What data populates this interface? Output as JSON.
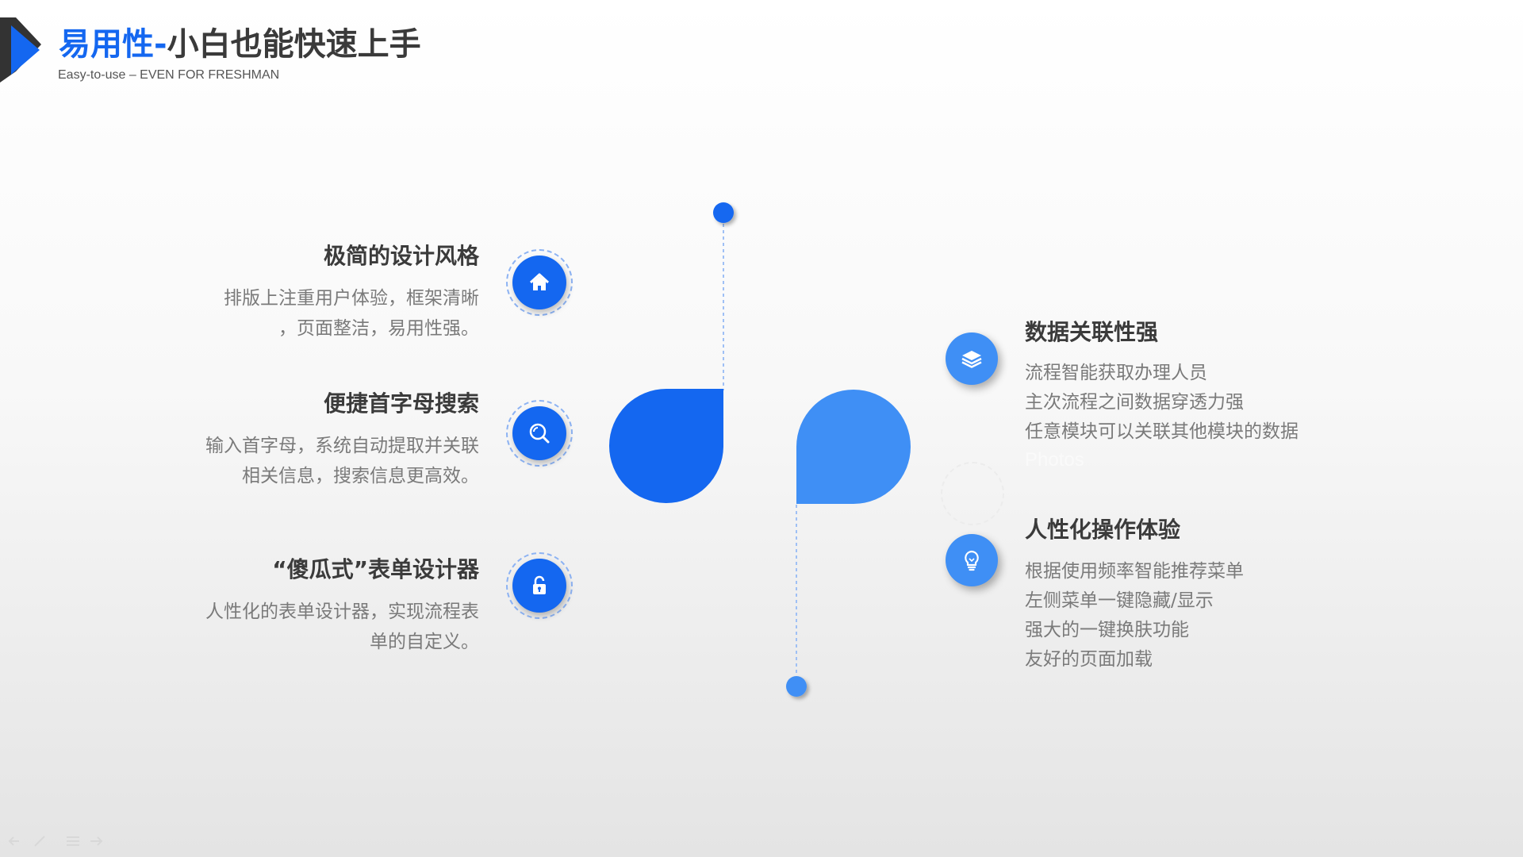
{
  "header": {
    "title_highlight": "易用性",
    "title_separator": "-",
    "title_rest": "小白也能快速上手",
    "subtitle": "Easy-to-use – EVEN FOR FRESHMAN"
  },
  "features_left": [
    {
      "title": "极简的设计风格",
      "desc": [
        "排版上注重用户体验，框架清晰",
        "，页面整洁，易用性强。"
      ],
      "icon": "home-icon"
    },
    {
      "title": "便捷首字母搜索",
      "desc": [
        "输入首字母，系统自动提取并关联",
        "相关信息，搜索信息更高效。"
      ],
      "icon": "search-icon"
    },
    {
      "title": "“傻瓜式”表单设计器",
      "desc": [
        "人性化的表单设计器，实现流程表",
        "单的自定义。"
      ],
      "icon": "unlock-icon"
    }
  ],
  "features_right": [
    {
      "title": "数据关联性强",
      "desc": [
        "流程智能获取办理人员",
        "主次流程之间数据穿透力强",
        "任意模块可以关联其他模块的数据"
      ],
      "icon": "layers-icon"
    },
    {
      "title": "人性化操作体验",
      "desc": [
        "根据使用频率智能推荐菜单",
        "左侧菜单一键隐藏/显示",
        "强大的一键换肤功能",
        "友好的页面加载"
      ],
      "icon": "lightbulb-icon"
    }
  ],
  "placeholder_text": "Photos",
  "colors": {
    "primary": "#1467f0",
    "primary_light": "#3f8ff5",
    "title_dark": "#3a3a3a",
    "desc_gray": "#7a7a7a"
  }
}
